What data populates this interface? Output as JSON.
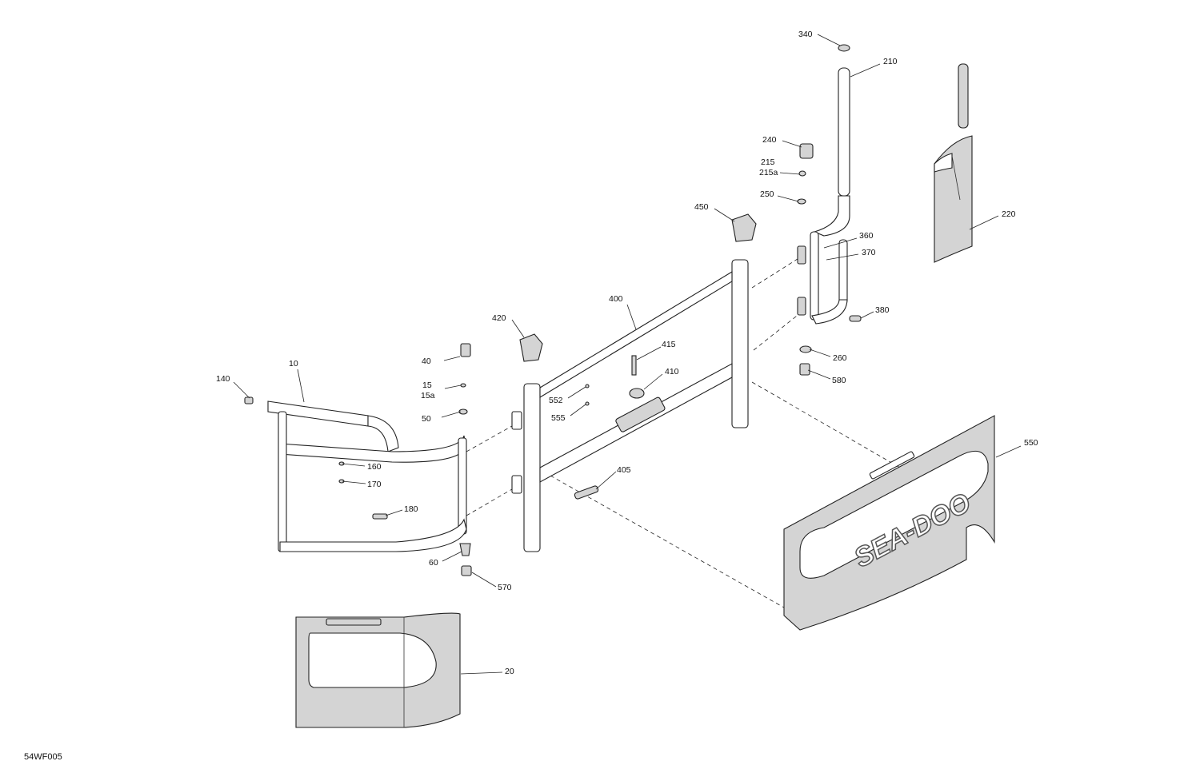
{
  "diagram": {
    "code": "54WF005",
    "brand_text": "SEA-DOO",
    "callouts": [
      "340",
      "210",
      "240",
      "215",
      "215a",
      "250",
      "450",
      "360",
      "370",
      "220",
      "400",
      "380",
      "420",
      "415",
      "410",
      "260",
      "40",
      "580",
      "15",
      "15a",
      "552",
      "555",
      "140",
      "10",
      "50",
      "550",
      "160",
      "405",
      "170",
      "180",
      "60",
      "570",
      "20"
    ]
  }
}
